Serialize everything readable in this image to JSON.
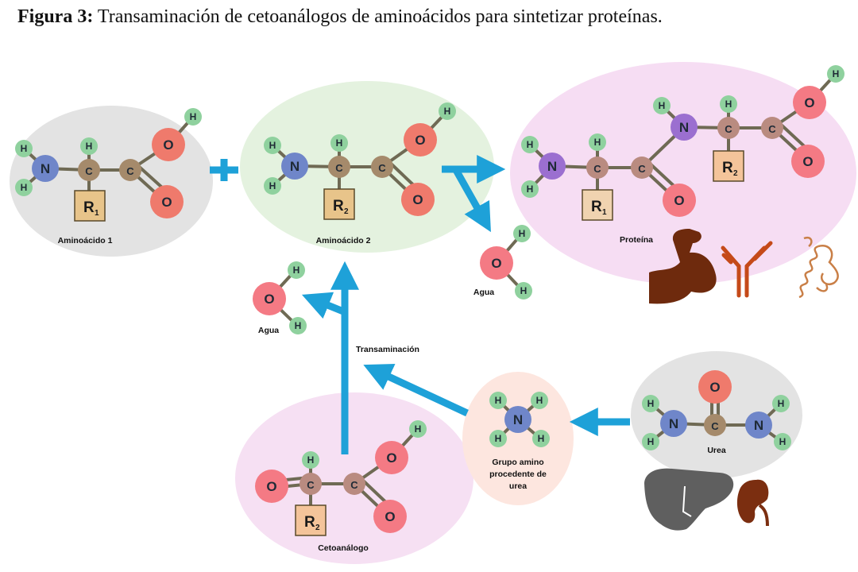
{
  "caption": {
    "prefix": "Figura 3:",
    "text": "Transaminación de cetoanálogos de aminoácidos para sintetizar proteínas."
  },
  "atoms": {
    "H": "H",
    "N": "N",
    "C": "C",
    "O": "O",
    "R1": "R",
    "R1_sub": "1",
    "R2": "R",
    "R2_sub": "2"
  },
  "labels": {
    "aminoacido1": "Aminoácido 1",
    "aminoacido2": "Aminoácido 2",
    "proteina": "Proteína",
    "agua_right": "Agua",
    "agua_left": "Agua",
    "transaminacion": "Transaminación",
    "cetoanalogo": "Cetoanálogo",
    "grupo_amino_1": "Grupo amino",
    "grupo_amino_2": "procedente de",
    "grupo_amino_3": "urea",
    "urea": "Urea"
  },
  "icons": [
    "muscle-icon",
    "antibody-icon",
    "protein-helix-icon",
    "liver-icon",
    "kidney-icon"
  ],
  "colors": {
    "hydrogen": "#8fd19e",
    "nitrogen": "#6f86c9",
    "nitrogen_protein": "#9b6fd0",
    "carbon": "#a58a6b",
    "carbon_protein": "#b98b80",
    "oxygen": "#ef7a6c",
    "oxygen_protein": "#f47a84",
    "r_box": "#e8c48a",
    "arrow": "#1ea1d8",
    "organ_brown": "#7b2e10",
    "organ_gray": "#5f5f5f"
  }
}
